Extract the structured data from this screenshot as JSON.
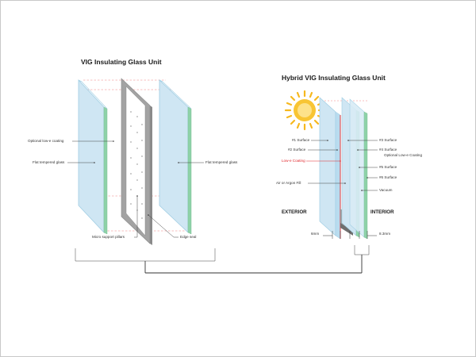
{
  "left_diagram": {
    "title": "VIG Insulating Glass Unit",
    "labels": {
      "optional_lowe": "Optional low-e coating",
      "flat_glass_left": "Flat tempered glass",
      "flat_glass_right": "Flat tempered glass",
      "micro_pillars": "Micro support pillars",
      "edge_seal": "Edge seal"
    }
  },
  "right_diagram": {
    "title": "Hybrid VIG Insulating Glass Unit",
    "labels": {
      "surface1": "#1 Surface",
      "surface2": "#2 Surface",
      "lowe_coating": "Low-e Coating",
      "gas_fill": "Air or Argon Fill",
      "surface3": "#3 Surface",
      "surface4": "#4 Surface",
      "optional_lowe": "Optional Low-e Coating",
      "surface5": "#5 Surface",
      "surface6": "#6 Surface",
      "vacuum": "Vacuum",
      "exterior": "EXTERIOR",
      "interior": "INTERIOR",
      "dim_left": "6mm",
      "dim_right": "8.3mm"
    }
  },
  "colors": {
    "glass_face": "#cfe6f3",
    "glass_edge": "#9fcde3",
    "glass_green_edge": "#8ed2a8",
    "lowe_red": "#e0262b",
    "dashed_red": "#f08080",
    "frame_gray": "#a3a3a3",
    "sun_yellow": "#f6b81e"
  },
  "icons": [
    "sun-icon"
  ]
}
